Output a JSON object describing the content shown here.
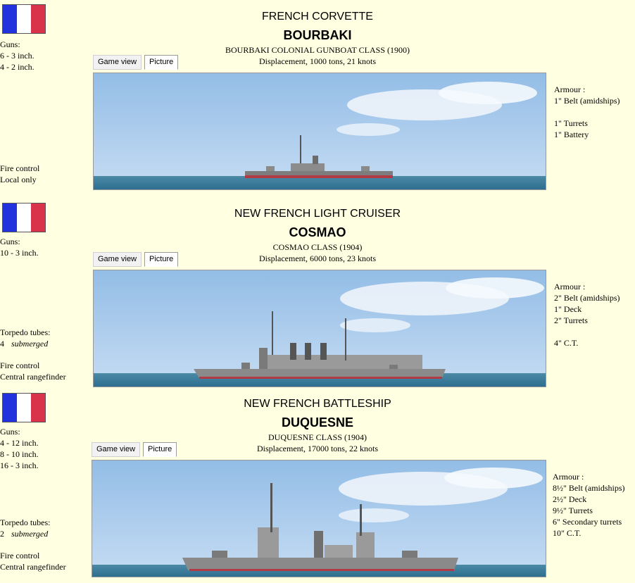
{
  "tabs": {
    "game_view": "Game view",
    "picture": "Picture"
  },
  "colors": {
    "background": "#ffffe1",
    "flag_blue": "#2233dd",
    "flag_white": "#ffffff",
    "flag_red": "#d8334a"
  },
  "ships": [
    {
      "type": "FRENCH CORVETTE",
      "name": "BOURBAKI",
      "class_line": "BOURBAKI COLONIAL GUNBOAT CLASS (1900)",
      "displacement": "Displacement, 1000 tons, 21 knots",
      "guns_label": "Guns:",
      "guns": [
        "6 - 3 inch.",
        "4 - 2 inch."
      ],
      "fire_label": "Fire control",
      "fire_value": "Local only",
      "armour_label": "Armour :",
      "armour": [
        "1\" Belt (amidships)",
        "",
        "1\" Turrets",
        "1\" Battery"
      ]
    },
    {
      "type": "NEW FRENCH LIGHT CRUISER",
      "name": "COSMAO",
      "class_line": "COSMAO CLASS (1904)",
      "displacement": "Displacement, 6000 tons, 23 knots",
      "guns_label": "Guns:",
      "guns": [
        "10 - 3 inch."
      ],
      "torpedo_label": "Torpedo tubes:",
      "torpedo_count": "4",
      "torpedo_type": "submerged",
      "fire_label": "Fire control",
      "fire_value": "Central rangefinder",
      "armour_label": "Armour :",
      "armour": [
        "2\" Belt (amidships)",
        "1\" Deck",
        "2\" Turrets",
        "",
        "4\" C.T."
      ]
    },
    {
      "type": "NEW FRENCH BATTLESHIP",
      "name": "DUQUESNE",
      "class_line": "DUQUESNE CLASS (1904)",
      "displacement": "Displacement, 17000 tons, 22 knots",
      "guns_label": "Guns:",
      "guns": [
        "4 - 12 inch.",
        "8 - 10 inch.",
        "16 - 3 inch."
      ],
      "torpedo_label": "Torpedo tubes:",
      "torpedo_count": "2",
      "torpedo_type": "submerged",
      "fire_label": "Fire control",
      "fire_value": "Central rangefinder",
      "armour_label": "Armour :",
      "armour": [
        "8½\" Belt (amidships)",
        "2½\" Deck",
        "9½\" Turrets",
        "6\" Secondary turrets",
        "10\" C.T."
      ]
    }
  ]
}
